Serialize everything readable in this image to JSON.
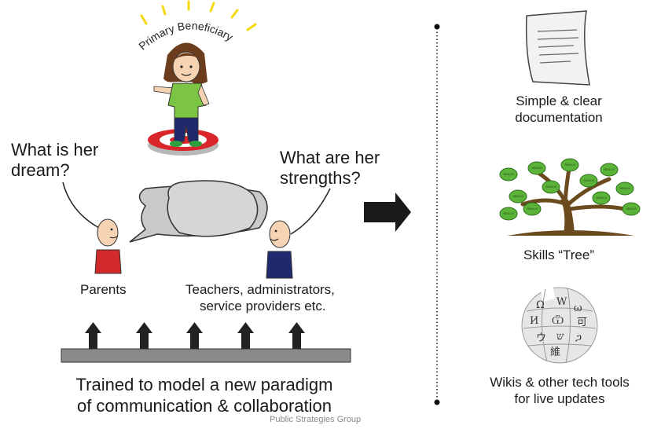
{
  "left": {
    "beneficiary_label": "Primary Beneficiary",
    "question_dream": [
      "What is her",
      "dream?"
    ],
    "question_strengths": [
      "What are her",
      "strengths?"
    ],
    "parents_label": "Parents",
    "teachers_label": [
      "Teachers, administrators,",
      "service providers etc."
    ],
    "bottom_caption": [
      "Trained to model a new paradigm",
      "of communication & collaboration"
    ]
  },
  "right": {
    "doc_label": [
      "Simple & clear",
      "documentation"
    ],
    "tree_label": "Skills “Tree”",
    "tree_leaf_text": "SKILLS",
    "wiki_label": [
      "Wikis & other tech tools",
      "for live updates"
    ]
  },
  "footer": {
    "credit": "Public Strategies Group"
  },
  "colors": {
    "shirt_green": "#7cc444",
    "target_red": "#d9262b",
    "parent_red": "#d22a2a",
    "teacher_navy": "#1f2a6e",
    "leaf_green": "#5cb33a",
    "trunk_brown": "#6b4a1e",
    "ray_yellow": "#f5d90f"
  }
}
